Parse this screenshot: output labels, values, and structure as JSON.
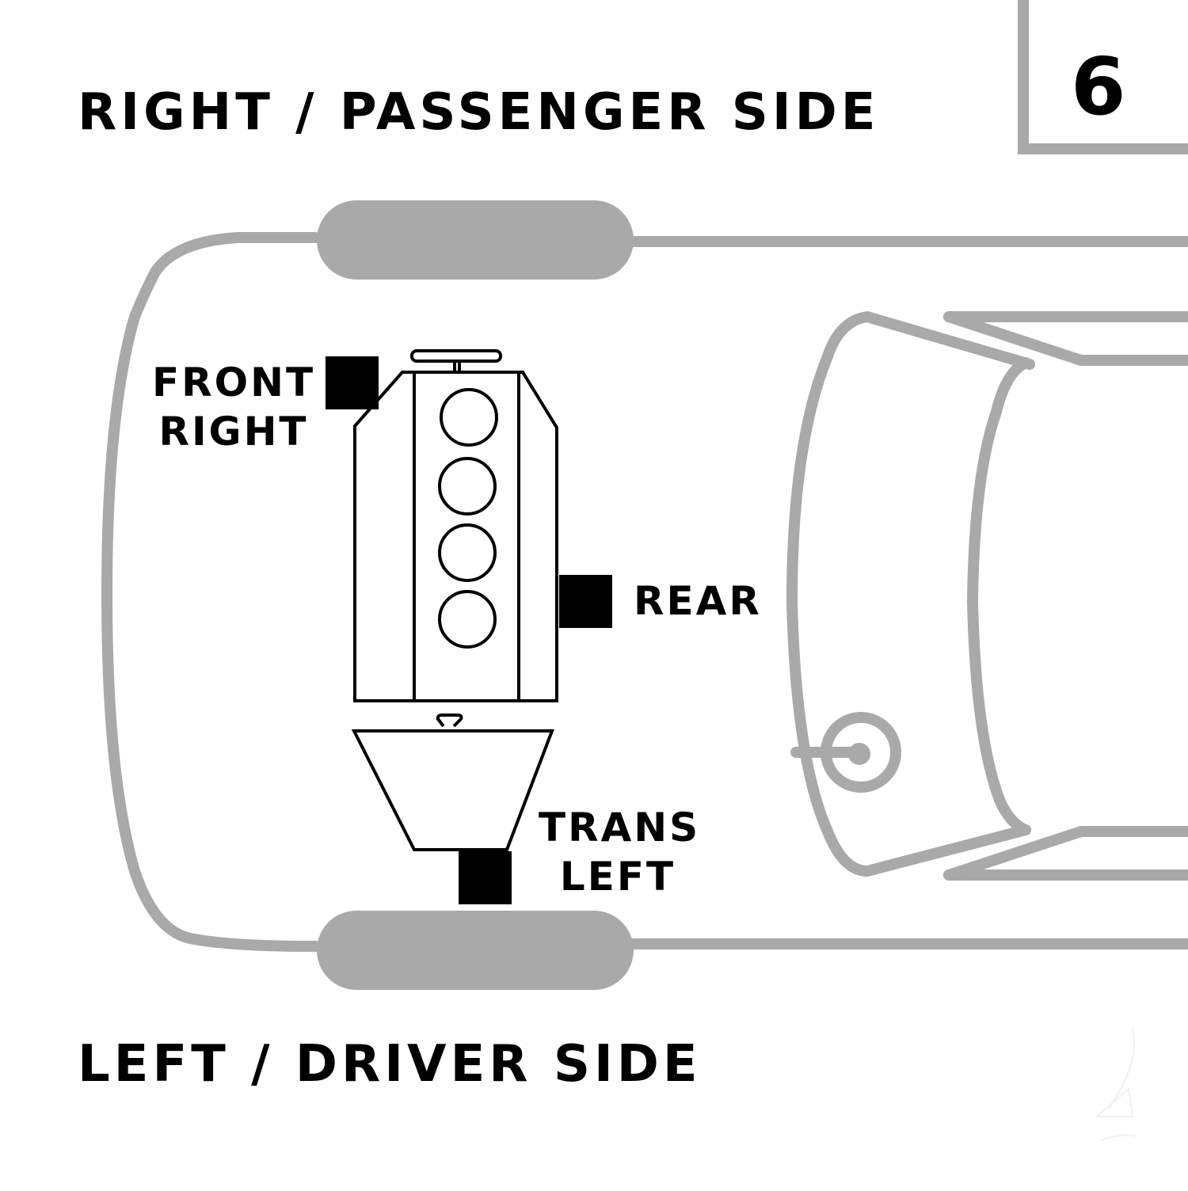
{
  "diagram": {
    "number": "6",
    "labels": {
      "top_side": "RIGHT / PASSENGER SIDE",
      "bottom_side": "LEFT / DRIVER SIDE"
    },
    "mounts": [
      {
        "id": "front-right",
        "line1": "FRONT",
        "line2": "RIGHT"
      },
      {
        "id": "rear",
        "line1": "REAR"
      },
      {
        "id": "trans-left",
        "line1": "TRANS",
        "line2": "LEFT"
      }
    ],
    "engine": {
      "cylinders": 4
    },
    "colors": {
      "outline_gray": "#a9a9a9",
      "engine_line": "#000000",
      "mount_fill": "#000000",
      "background": "#ffffff"
    }
  }
}
